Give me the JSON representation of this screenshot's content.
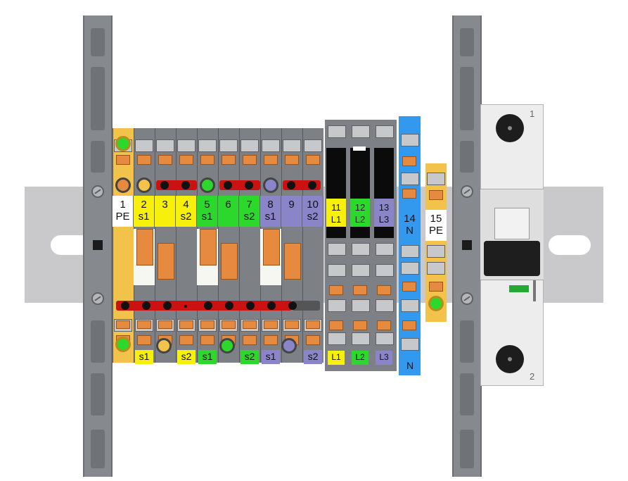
{
  "terminals": [
    {
      "top": "1",
      "bottom": "PE",
      "color": "#ffffff"
    },
    {
      "top": "2",
      "bottom": "s1",
      "color": "#f7f00a"
    },
    {
      "top": "3",
      "bottom": "",
      "color": "#f7f00a"
    },
    {
      "top": "4",
      "bottom": "s2",
      "color": "#f7f00a"
    },
    {
      "top": "5",
      "bottom": "s1",
      "color": "#2cd82c"
    },
    {
      "top": "6",
      "bottom": "",
      "color": "#2cd82c"
    },
    {
      "top": "7",
      "bottom": "s2",
      "color": "#2cd82c"
    },
    {
      "top": "8",
      "bottom": "s1",
      "color": "#8a84c8"
    },
    {
      "top": "9",
      "bottom": "",
      "color": "#8a84c8"
    },
    {
      "top": "10",
      "bottom": "s2",
      "color": "#8a84c8"
    }
  ],
  "phases": [
    {
      "top": "11",
      "bottom": "L1",
      "color": "#f7f00a",
      "tag": "L1"
    },
    {
      "top": "12",
      "bottom": "L2",
      "color": "#2cd82c",
      "tag": "L2"
    },
    {
      "top": "13",
      "bottom": "L3",
      "color": "#8a84c8",
      "tag": "L3"
    }
  ],
  "neutral": {
    "top": "14",
    "bottom": "N",
    "color": "#3399ee",
    "tag": "N"
  },
  "pe_right": {
    "top": "15",
    "bottom": "PE",
    "color": "#ffffff"
  },
  "bottom_tags": [
    {
      "text": "s1",
      "color": "#f7f00a"
    },
    {
      "text": "s2",
      "color": "#f7f00a"
    },
    {
      "text": "s1",
      "color": "#2cd82c"
    },
    {
      "text": "s2",
      "color": "#2cd82c"
    },
    {
      "text": "s1",
      "color": "#8a84c8"
    },
    {
      "text": "s2",
      "color": "#8a84c8"
    }
  ],
  "breaker": {
    "top_marking": "1",
    "bottom_marking": "2"
  },
  "colors": {
    "pe": "#f3c24a",
    "jumper": "#cc1111",
    "spring": "#e58a3e",
    "housing": "#7d8185",
    "neutral": "#3399ee"
  }
}
